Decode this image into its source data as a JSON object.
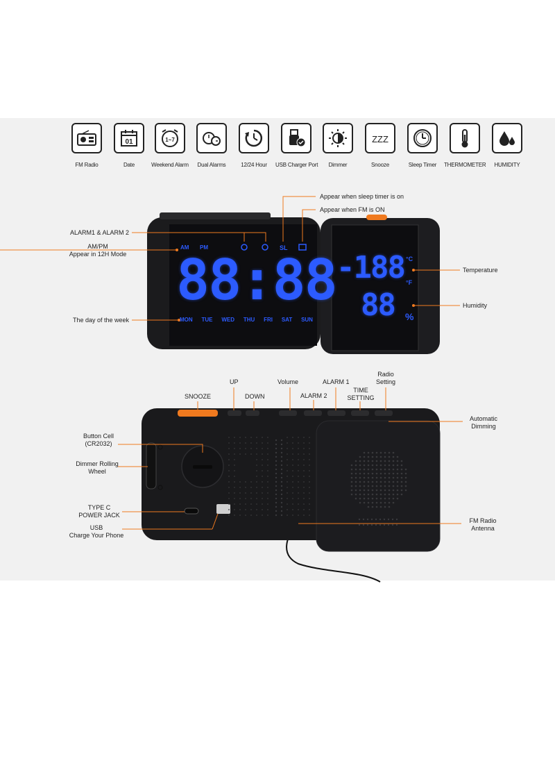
{
  "feature_icons": [
    {
      "label": "FM Radio",
      "icon": "radio-icon"
    },
    {
      "label": "Date",
      "icon": "calendar-icon",
      "text": "01"
    },
    {
      "label": "Weekend Alarm",
      "icon": "weekend-alarm-icon",
      "text": "1~7"
    },
    {
      "label": "Dual Alarms",
      "icon": "dual-alarms-icon"
    },
    {
      "label": "12/24 Hour",
      "icon": "clock-cycle-icon"
    },
    {
      "label": "USB Charger Port",
      "icon": "usb-charger-icon"
    },
    {
      "label": "Dimmer",
      "icon": "dimmer-icon"
    },
    {
      "label": "Snooze",
      "icon": "snooze-icon",
      "text": "ZZZ"
    },
    {
      "label": "Sleep Timer",
      "icon": "sleep-timer-icon"
    },
    {
      "label": "THERMOMETER",
      "icon": "thermometer-icon"
    },
    {
      "label": "HUMIDITY",
      "icon": "humidity-icon"
    }
  ],
  "front": {
    "annotations": {
      "sleep_timer": "Appear when sleep timer is on",
      "fm_on": "Appear when FM is ON",
      "alarms": "ALARM1 & ALARM 2",
      "ampm_line1": "AM/PM",
      "ampm_line2": "Appear in 12H Mode",
      "day_of_week": "The day of the week",
      "temperature": "Temperature",
      "humidity": "Humidity"
    },
    "display": {
      "am": "AM",
      "pm": "PM",
      "sl": "SL",
      "time": "88:88",
      "temp": "-188",
      "hum": "88",
      "celsius": "°C",
      "fahrenheit": "°F",
      "percent": "%",
      "days": [
        "MON",
        "TUE",
        "WED",
        "THU",
        "FRI",
        "SAT",
        "SUN"
      ]
    }
  },
  "back": {
    "annotations": {
      "snooze": "SNOOZE",
      "up": "UP",
      "down": "DOWN",
      "volume": "Volume",
      "alarm1": "ALARM 1",
      "alarm2": "ALARM 2",
      "time_setting_1": "TIME",
      "time_setting_2": "SETTING",
      "radio_setting_1": "Radio",
      "radio_setting_2": "Setting",
      "auto_dim_1": "Automatic",
      "auto_dim_2": "Dimming",
      "button_cell_1": "Button Cell",
      "button_cell_2": "(CR2032)",
      "dimmer_wheel_1": "Dimmer Rolling",
      "dimmer_wheel_2": "Wheel",
      "typec_1": "TYPE C",
      "typec_2": "POWER JACK",
      "usb_1": "USB",
      "usb_2": "Charge Your Phone",
      "antenna_1": "FM Radio",
      "antenna_2": "Antenna"
    }
  },
  "colors": {
    "accent": "#f07a1f",
    "display_blue": "#2c5bff",
    "device": "#1b1b1d"
  }
}
